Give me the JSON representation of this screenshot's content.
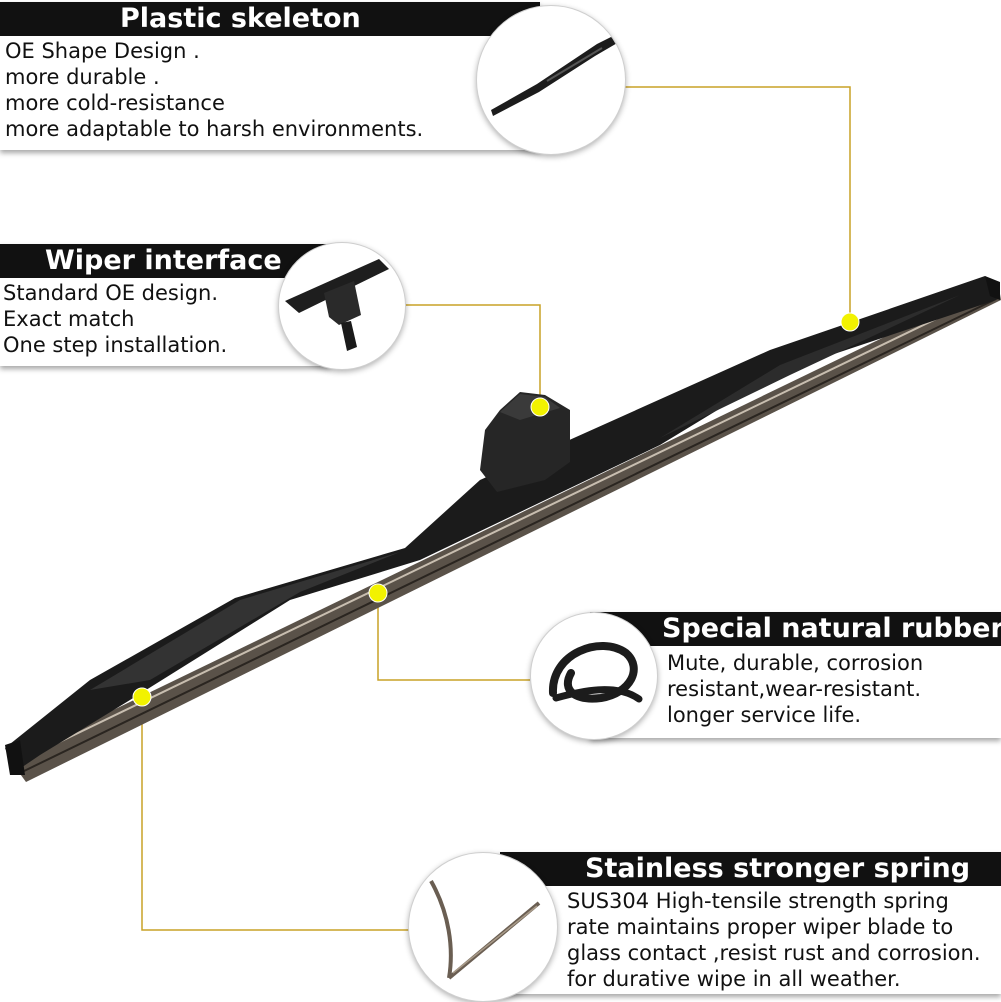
{
  "callouts": {
    "plastic_skeleton": {
      "title": "Plastic skeleton",
      "lines": [
        "OE Shape Design .",
        "more durable .",
        "more cold-resistance",
        "more adaptable to harsh environments."
      ]
    },
    "wiper_interface": {
      "title": "Wiper interface",
      "lines": [
        "Standard OE design.",
        "Exact match",
        "One step installation."
      ]
    },
    "natural_rubber": {
      "title": "Special natural rubber",
      "lines": [
        "Mute, durable, corrosion",
        "resistant,wear-resistant.",
        "longer service life."
      ]
    },
    "stainless_spring": {
      "title": "Stainless stronger spring",
      "lines": [
        "SUS304 High-tensile strength spring",
        "rate maintains proper wiper blade to",
        "glass contact ,resist rust and corrosion.",
        "for durative wipe in all weather."
      ]
    }
  },
  "colors": {
    "leader_line": "#c9a227",
    "marker": "#f2f200",
    "blade": "#1b1b1b",
    "title_bar": "#111111"
  }
}
